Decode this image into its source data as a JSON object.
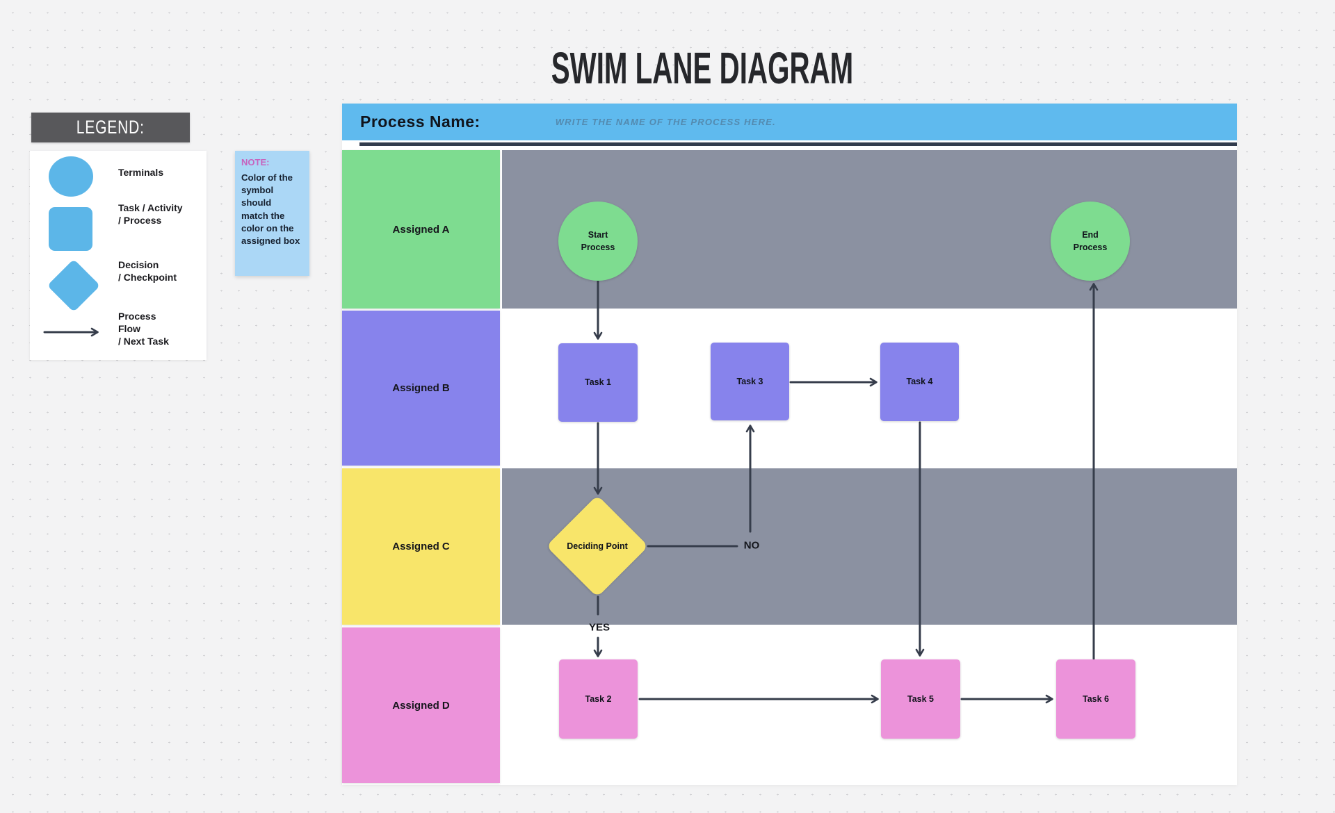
{
  "title": "SWIM LANE DIAGRAM",
  "legend": {
    "header": "LEGEND:",
    "items": [
      {
        "icon": "ellipse-icon",
        "label": "Terminals"
      },
      {
        "icon": "square-icon",
        "label": "Task / Activity\n/ Process"
      },
      {
        "icon": "diamond-icon",
        "label": "Decision\n/ Checkpoint"
      },
      {
        "icon": "arrow-icon",
        "label": "Process\nFlow\n/ Next Task"
      }
    ]
  },
  "note": {
    "title": "NOTE:",
    "body": "Color of the\nsymbol\nshould\nmatch the\ncolor on the\nassigned box"
  },
  "process_header": {
    "label": "Process Name:",
    "placeholder": "WRITE THE NAME OF THE PROCESS HERE."
  },
  "lanes": [
    {
      "label": "Assigned A",
      "color": "#7EDC90",
      "content_bg": "#8B91A1"
    },
    {
      "label": "Assigned B",
      "color": "#8783EC",
      "content_bg": "#FFFFFF"
    },
    {
      "label": "Assigned C",
      "color": "#F8E56A",
      "content_bg": "#8B91A1"
    },
    {
      "label": "Assigned D",
      "color": "#EC93DA",
      "content_bg": "#FFFFFF"
    }
  ],
  "nodes": {
    "start": {
      "label": "Start Process",
      "type": "terminal",
      "lane": "Assigned A",
      "color": "#7EDC90"
    },
    "end": {
      "label": "End Process",
      "type": "terminal",
      "lane": "Assigned A",
      "color": "#7EDC90"
    },
    "task1": {
      "label": "Task 1",
      "type": "task",
      "lane": "Assigned B",
      "color": "#8783EC"
    },
    "task3": {
      "label": "Task 3",
      "type": "task",
      "lane": "Assigned B",
      "color": "#8783EC"
    },
    "task4": {
      "label": "Task 4",
      "type": "task",
      "lane": "Assigned B",
      "color": "#8783EC"
    },
    "decision": {
      "label": "Deciding Point",
      "type": "decision",
      "lane": "Assigned C",
      "color": "#F8E56A"
    },
    "task2": {
      "label": "Task 2",
      "type": "task",
      "lane": "Assigned D",
      "color": "#EC93DA"
    },
    "task5": {
      "label": "Task 5",
      "type": "task",
      "lane": "Assigned D",
      "color": "#EC93DA"
    },
    "task6": {
      "label": "Task 6",
      "type": "task",
      "lane": "Assigned D",
      "color": "#EC93DA"
    }
  },
  "flow": {
    "labels": {
      "yes": "YES",
      "no": "NO"
    },
    "connectors": [
      {
        "from": "start",
        "to": "task1"
      },
      {
        "from": "task1",
        "to": "decision"
      },
      {
        "from": "decision",
        "to": "task3",
        "label": "NO"
      },
      {
        "from": "decision",
        "to": "task2",
        "label": "YES"
      },
      {
        "from": "task3",
        "to": "task4"
      },
      {
        "from": "task4",
        "to": "task5"
      },
      {
        "from": "task2",
        "to": "task5"
      },
      {
        "from": "task5",
        "to": "task6"
      },
      {
        "from": "task6",
        "to": "end"
      }
    ]
  },
  "colors": {
    "page_bg": "#F3F3F4",
    "dot_grid": "#D0D0D3",
    "canvas": "#FFFFFF",
    "header_blue": "#5FBAEE",
    "separator": "#323C4D",
    "lane_gray": "#8B91A1",
    "legend_blue": "#5CB6E8",
    "legend_header_bg": "#58585B",
    "note_bg": "#ABD7F6",
    "note_title": "#C763BE",
    "connector": "#363D4B"
  }
}
